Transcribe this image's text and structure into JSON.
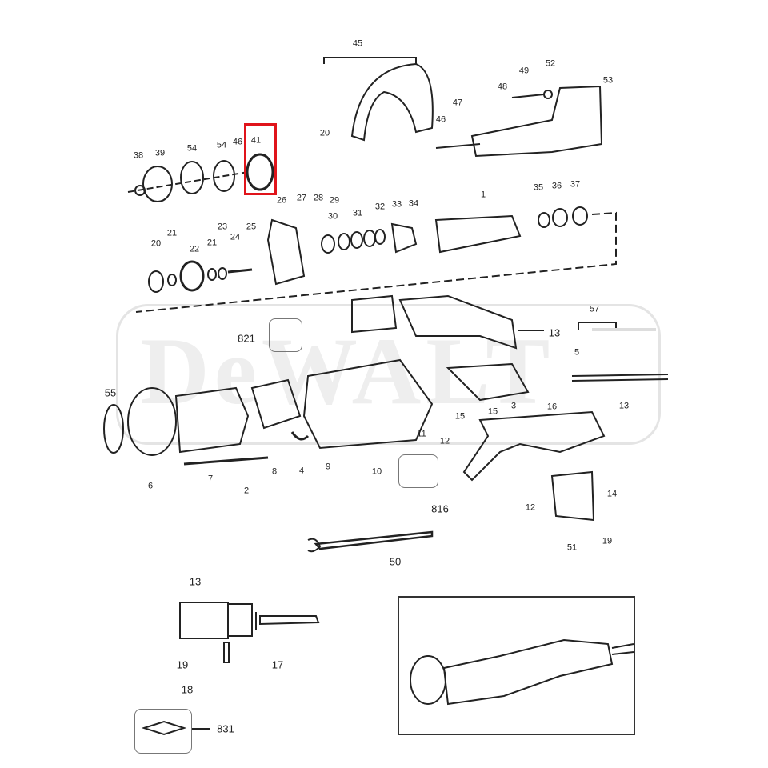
{
  "diagram": {
    "type": "exploded-parts-diagram",
    "subject": "Angle grinder",
    "watermark": "DeWALT",
    "highlighted_part": "41",
    "highlight_color": "#e0141b",
    "labels": {
      "p45": "45",
      "p49": "49",
      "p52": "52",
      "p53": "53",
      "p48": "48",
      "p47": "47",
      "p46a": "46",
      "p20a": "20",
      "p38": "38",
      "p39": "39",
      "p54a": "54",
      "p54b": "54",
      "p46b": "46",
      "p41": "41",
      "p26": "26",
      "p27": "27",
      "p28": "28",
      "p29": "29",
      "p30": "30",
      "p31": "31",
      "p32": "32",
      "p33": "33",
      "p34": "34",
      "p1": "1",
      "p35": "35",
      "p36": "36",
      "p37": "37",
      "p20b": "20",
      "p21a": "21",
      "p22": "22",
      "p21b": "21",
      "p23": "23",
      "p24": "24",
      "p25": "25",
      "p821": "821",
      "p13a": "13",
      "p57": "57",
      "p5": "5",
      "p16": "16",
      "p13b": "13",
      "p55": "55",
      "p6": "6",
      "p7": "7",
      "p8": "8",
      "p4": "4",
      "p9": "9",
      "p2": "2",
      "p10": "10",
      "p11": "11",
      "p12a": "12",
      "p15a": "15",
      "p15b": "15",
      "p3": "3",
      "p816": "816",
      "p12b": "12",
      "p14": "14",
      "p19a": "19",
      "p51": "51",
      "p50": "50",
      "p13c": "13",
      "p19b": "19",
      "p17": "17",
      "p18": "18",
      "p831": "831"
    }
  }
}
